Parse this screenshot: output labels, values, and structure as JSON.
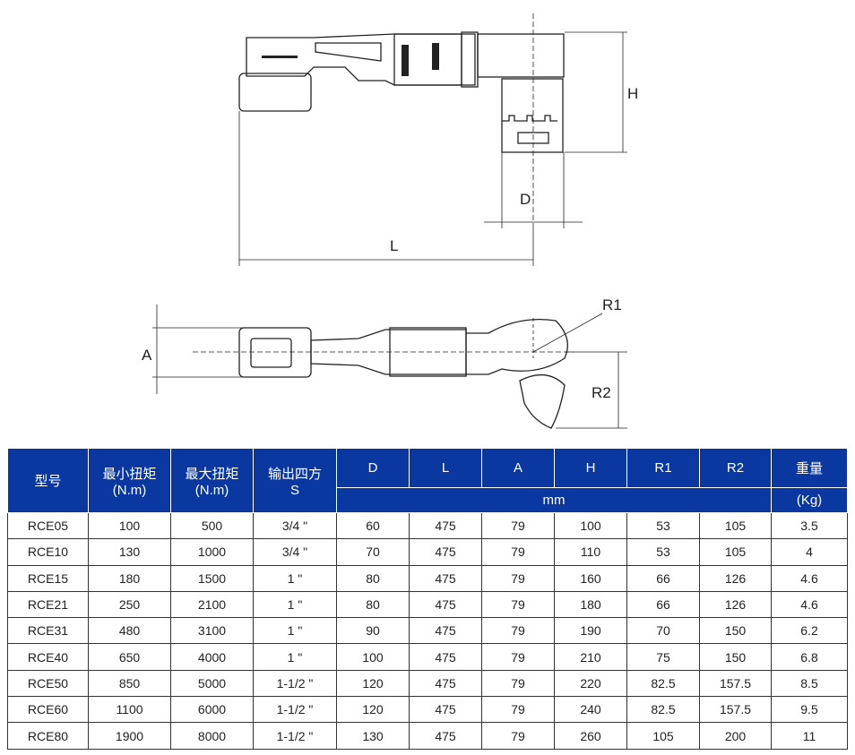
{
  "dimensions": {
    "H": "H",
    "D": "D",
    "L": "L",
    "A": "A",
    "R1": "R1",
    "R2": "R2"
  },
  "table": {
    "headers": {
      "model": "型号",
      "min_torque": "最小扭矩",
      "min_unit": "(N.m)",
      "max_torque": "最大扭矩",
      "max_unit": "(N.m)",
      "square": "输出四方",
      "square_unit": "S",
      "D": "D",
      "L": "L",
      "A": "A",
      "H": "H",
      "R1": "R1",
      "R2": "R2",
      "mm": "mm",
      "weight": "重量",
      "weight_unit": "(Kg)"
    },
    "rows": [
      [
        "RCE05",
        "100",
        "500",
        "3/4 \"",
        "60",
        "475",
        "79",
        "100",
        "53",
        "105",
        "3.5"
      ],
      [
        "RCE10",
        "130",
        "1000",
        "3/4 \"",
        "70",
        "475",
        "79",
        "110",
        "53",
        "105",
        "4"
      ],
      [
        "RCE15",
        "180",
        "1500",
        "1 \"",
        "80",
        "475",
        "79",
        "160",
        "66",
        "126",
        "4.6"
      ],
      [
        "RCE21",
        "250",
        "2100",
        "1 \"",
        "80",
        "475",
        "79",
        "180",
        "66",
        "126",
        "4.6"
      ],
      [
        "RCE31",
        "480",
        "3100",
        "1 \"",
        "90",
        "475",
        "79",
        "190",
        "70",
        "150",
        "6.2"
      ],
      [
        "RCE40",
        "650",
        "4000",
        "1 \"",
        "100",
        "475",
        "79",
        "210",
        "75",
        "150",
        "6.8"
      ],
      [
        "RCE50",
        "850",
        "5000",
        "1-1/2 \"",
        "120",
        "475",
        "79",
        "220",
        "82.5",
        "157.5",
        "8.5"
      ],
      [
        "RCE60",
        "1100",
        "6000",
        "1-1/2 \"",
        "120",
        "475",
        "79",
        "240",
        "82.5",
        "157.5",
        "9.5"
      ],
      [
        "RCE80",
        "1900",
        "8000",
        "1-1/2 \"",
        "130",
        "475",
        "79",
        "260",
        "105",
        "200",
        "11"
      ]
    ]
  }
}
